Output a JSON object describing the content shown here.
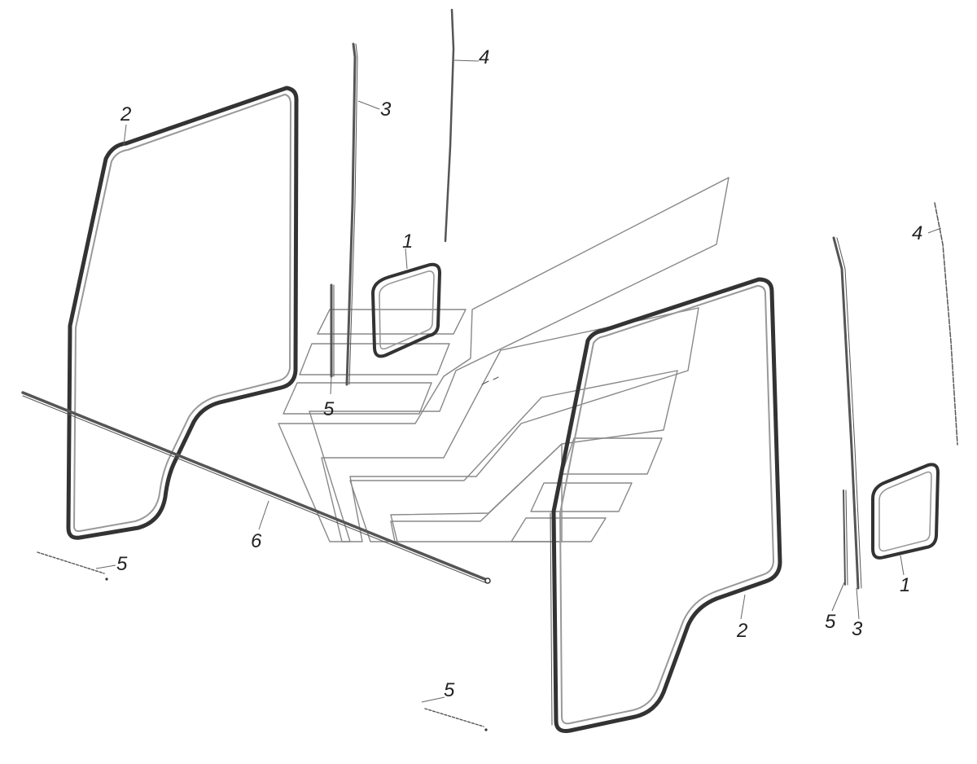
{
  "callouts": {
    "left_frame": "2",
    "left_strip_long": "3",
    "left_strip_top": "4",
    "left_vent_window": "1",
    "left_short_strip": "5",
    "bottom_left_clip": "5",
    "long_cord": "6",
    "bottom_center_clip": "5",
    "right_strip_top": "4",
    "right_frame": "2",
    "right_short_strip": "5",
    "right_strip_long": "3",
    "right_vent_window": "1"
  }
}
